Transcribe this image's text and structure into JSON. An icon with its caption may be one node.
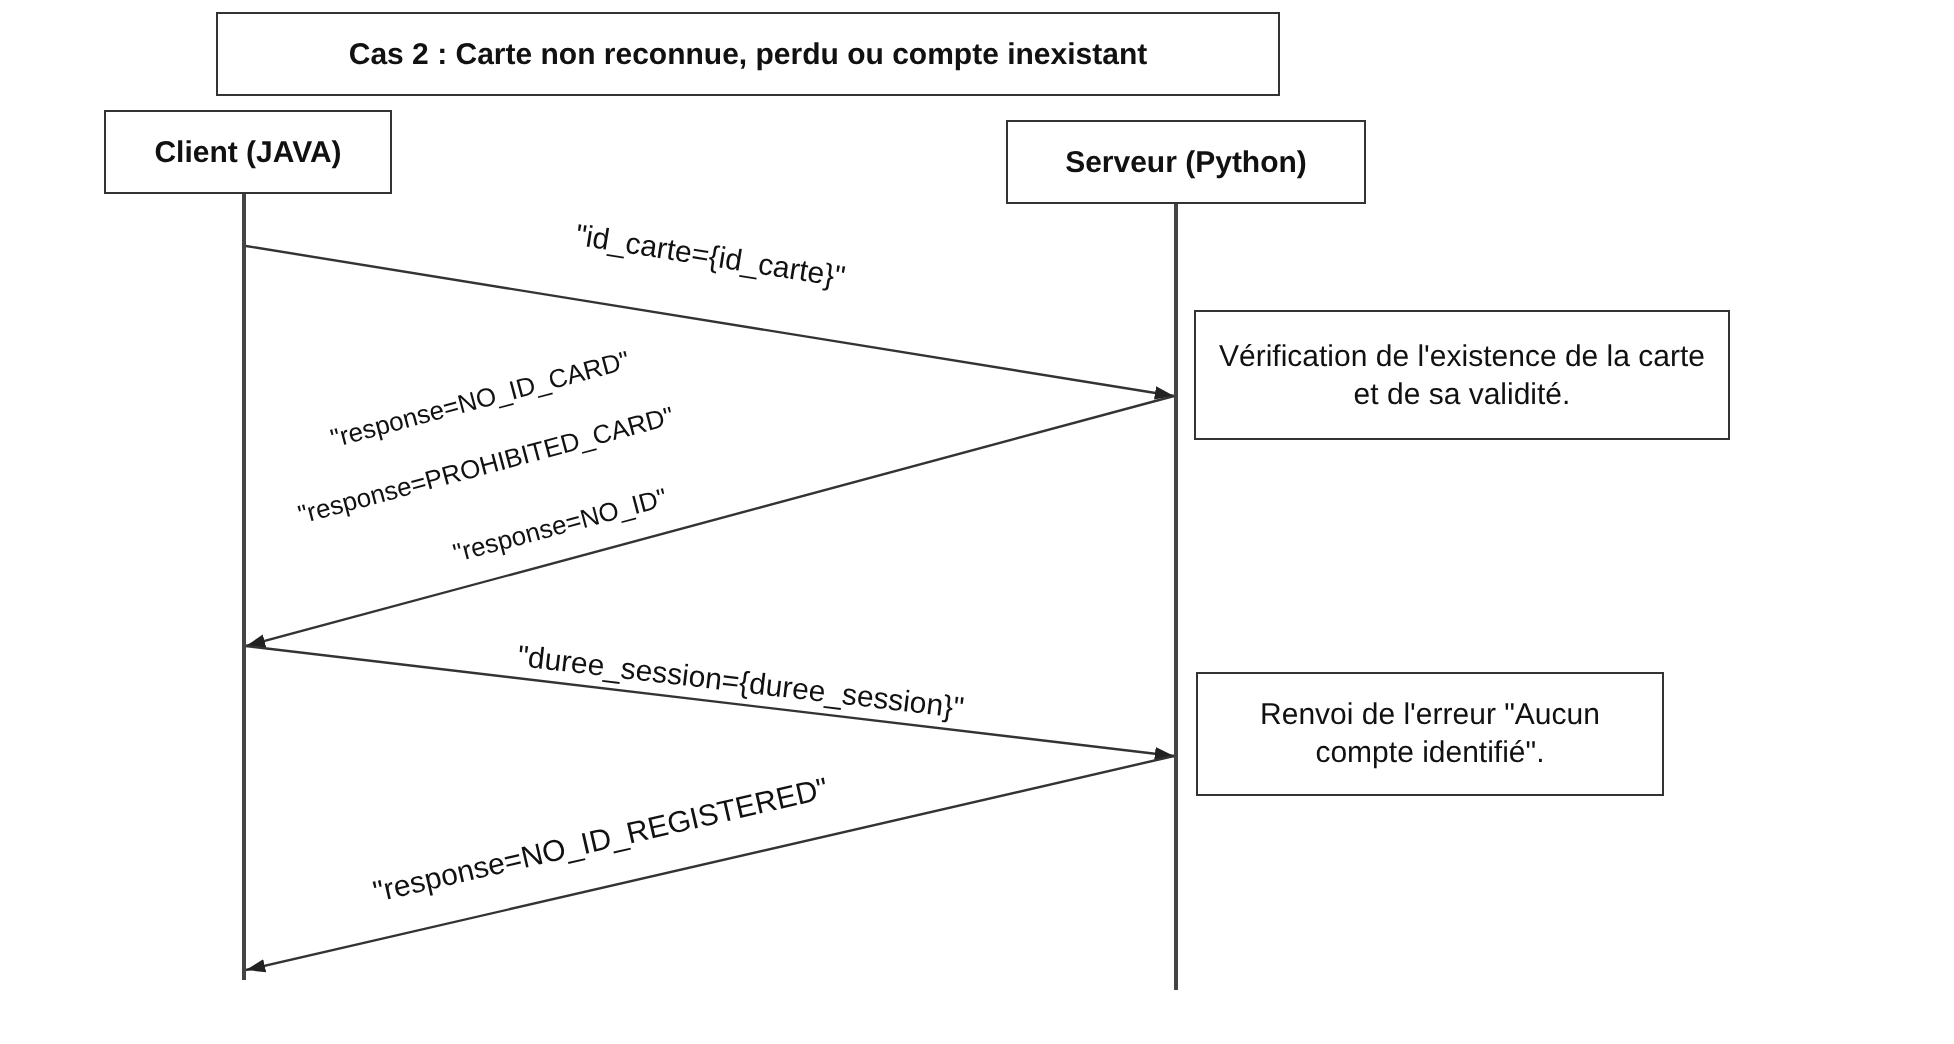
{
  "diagram": {
    "title": "Cas 2 : Carte non reconnue, perdu ou compte inexistant",
    "nodes": [
      {
        "text": [
          "Client (JAVA)"
        ]
      },
      {
        "text": [
          "Serveur (Python)"
        ]
      },
      {
        "text": [],
        "shape": "bar"
      },
      {
        "text": [],
        "shape": "bar"
      },
      {
        "text": [
          "Vérification de l'existence de la carte et de sa validité."
        ]
      },
      {
        "text": [
          "Renvoi de l'erreur \"Aucun compte identifié\"."
        ]
      }
    ],
    "edges": [
      {
        "from": 2,
        "to": 3,
        "arrow": "to",
        "label": "\"id_carte={id_carte}\""
      },
      {
        "from": 3,
        "to": 2,
        "arrow": "to",
        "label": "\"response=NO_ID\""
      },
      {
        "from": 2,
        "to": 3,
        "arrow": "to",
        "label": "\"duree_session={duree_session}\""
      },
      {
        "from": 3,
        "to": 2,
        "arrow": "to",
        "label": "\"response=NO_ID_REGISTERED\""
      }
    ],
    "labels": [
      "\"response=NO_ID_CARD\"",
      "\"response=PROHIBITED_CARD\""
    ]
  }
}
